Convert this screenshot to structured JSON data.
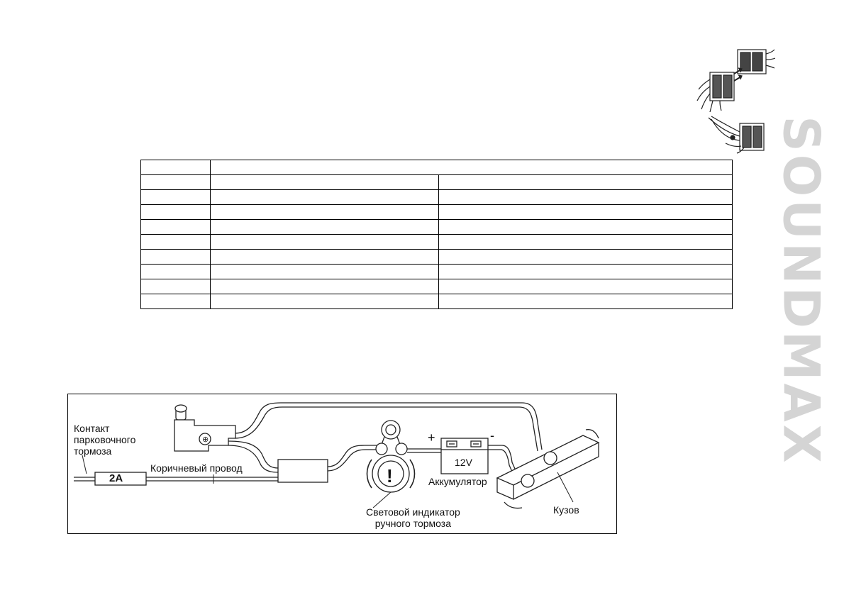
{
  "brand": {
    "logo_text": "SOUNDMAX"
  },
  "pin_table": {
    "rows": [
      [
        "",
        "",
        ""
      ],
      [
        "",
        "",
        ""
      ],
      [
        "",
        "",
        ""
      ],
      [
        "",
        "",
        ""
      ],
      [
        "",
        "",
        ""
      ],
      [
        "",
        "",
        ""
      ],
      [
        "",
        "",
        ""
      ],
      [
        "",
        "",
        ""
      ],
      [
        "",
        "",
        ""
      ],
      [
        "",
        "",
        ""
      ]
    ]
  },
  "diagram": {
    "parking_contact": "Контакт\nпарковочного\nтормоза",
    "fuse_label": "2A",
    "brown_wire": "Коричневый провод",
    "plus_sign": "+",
    "minus_sign": "-",
    "battery_voltage": "12V",
    "battery_label": "Аккумулятор",
    "indicator_label": "Световой индикатор\nручного тормоза",
    "body_label": "Кузов",
    "warning_symbol": "!"
  }
}
